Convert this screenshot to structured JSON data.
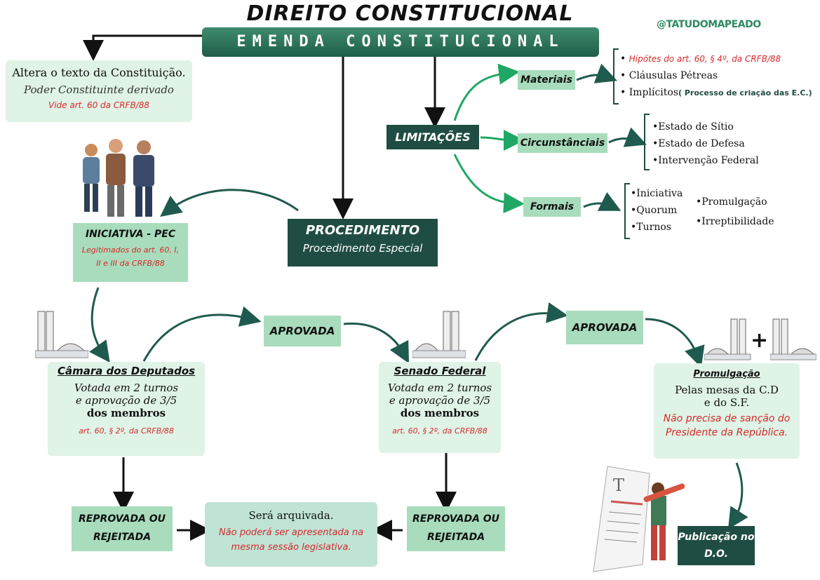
{
  "title": "DIREITO CONSTITUCIONAL",
  "banner": "EMENDA CONSTITUCIONAL",
  "handle": "@TATUDOMAPEADO",
  "altera": {
    "line1": "Altera o texto da Constituição.",
    "line2": "Poder Constituinte derivado",
    "line3": "Vide art. 60 da CRFB/88"
  },
  "limitacoes": {
    "label": "LIMITAÇÕES",
    "materiais": {
      "label": "Materiais",
      "items": [
        "Hipótes do art. 60, § 4º, da CRFB/88",
        "Cláusulas Pétreas",
        "Implícitos"
      ],
      "implicitos_note": "( Processo de criação das E.C.)"
    },
    "circunstanciais": {
      "label": "Circunstânciais",
      "items": [
        "Estado de Sítio",
        "Estado de Defesa",
        "Intervenção Federal"
      ]
    },
    "formais": {
      "label": "Formais",
      "col1": [
        "Iniciativa",
        "Quorum",
        "Turnos"
      ],
      "col2": [
        "Promulgação",
        "Irreptibilidade"
      ]
    }
  },
  "procedimento": {
    "title": "PROCEDIMENTO",
    "subtitle": "Procedimento Especial"
  },
  "iniciativa": {
    "title": "INICIATIVA - PEC",
    "line1": "Legitimados do art. 60, I,",
    "line2": "II e III da CRFB/88"
  },
  "camara": {
    "title": "Câmara dos Deputados",
    "line1": "Votada em 2 turnos",
    "line2": "e aprovação de 3/5",
    "line3": "dos membros",
    "ref": "art. 60, § 2º, da CRFB/88"
  },
  "senado": {
    "title": "Senado Federal",
    "line1": "Votada em 2 turnos",
    "line2": "e aprovação de 3/5",
    "line3": "dos membros",
    "ref": "art. 60, § 2º, da CRFB/88"
  },
  "aprovada1": "APROVADA",
  "aprovada2": "APROVADA",
  "promulgacao": {
    "title": "Promulgação",
    "line1": "Pelas mesas da C.D",
    "line2": "e do S.F.",
    "red1": "Não precisa de sanção do",
    "red2": "Presidente da República."
  },
  "reprovada_left": {
    "line1": "REPROVADA OU",
    "line2": "REJEITADA"
  },
  "reprovada_right": {
    "line1": "REPROVADA OU",
    "line2": "REJEITADA"
  },
  "arquivada": {
    "line1": "Será arquivada.",
    "red1": "Não poderá ser apresentada na",
    "red2": "mesma sessão legislativa."
  },
  "publicacao": {
    "line1": "Publicação no",
    "line2": "D.O."
  },
  "plus": "+",
  "colors": {
    "dark_green": "#1f4d43",
    "mid_green": "#a8dcbc",
    "light_green": "#dff3e6",
    "arrow_green": "#1fa865",
    "arrow_teal": "#1f5a4e",
    "red": "#d62a2a"
  }
}
